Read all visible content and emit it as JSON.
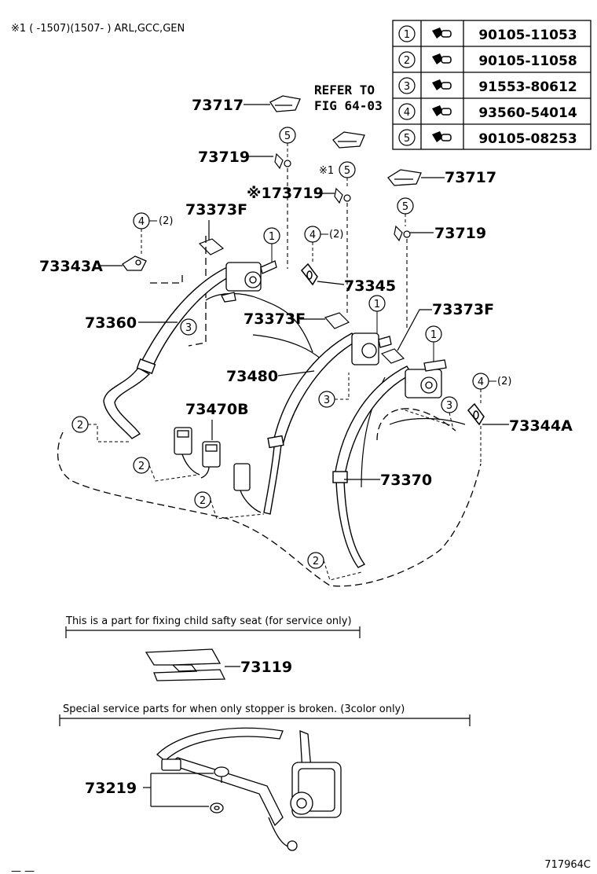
{
  "header_note": "※1 (      -1507)(1507-      ) ARL,GCC,GEN",
  "refer": {
    "line1": "REFER TO",
    "line2": "FIG 64-03"
  },
  "fastener_table": [
    {
      "num": "1",
      "part": "90105-11053",
      "icon": "bolt-icon"
    },
    {
      "num": "2",
      "part": "90105-11058",
      "icon": "bolt-icon"
    },
    {
      "num": "3",
      "part": "91553-80612",
      "icon": "bolt-icon"
    },
    {
      "num": "4",
      "part": "93560-54014",
      "icon": "bolt-icon"
    },
    {
      "num": "5",
      "part": "90105-08253",
      "icon": "bolt-icon"
    }
  ],
  "labels": {
    "p73717_top": "73717",
    "p73717_right": "73717",
    "p73719_top": "73719",
    "p73719_mid": "※173719",
    "p73719_right": "73719",
    "p73373F_left": "73373F",
    "p73373F_mid": "73373F",
    "p73373F_right": "73373F",
    "p73343A": "73343A",
    "p73345": "73345",
    "p73360": "73360",
    "p73480": "73480",
    "p73470B": "73470B",
    "p73370": "73370",
    "p73344A": "73344A",
    "p73119": "73119",
    "p73219": "73219",
    "star1": "※1"
  },
  "callouts": {
    "c5_a": "5",
    "c5_b": "5",
    "c5_c": "5",
    "c4_a": "4",
    "c4_b": "4",
    "c4_c": "4",
    "c1_a": "1",
    "c1_b": "1",
    "c1_c": "1",
    "c3_a": "3",
    "c3_b": "3",
    "c3_c": "3",
    "c2_a": "2",
    "c2_b": "2",
    "c2_c": "2",
    "c2_d": "2",
    "qty_a": "(2)",
    "qty_b": "(2)",
    "qty_c": "(2)"
  },
  "notes": {
    "child_seat": "This is a part for fixing child safty seat (for service only)",
    "stopper": "Special service parts for when only stopper is broken. (3color only)"
  },
  "figure_code": "717964C",
  "footer_marks": "— —"
}
